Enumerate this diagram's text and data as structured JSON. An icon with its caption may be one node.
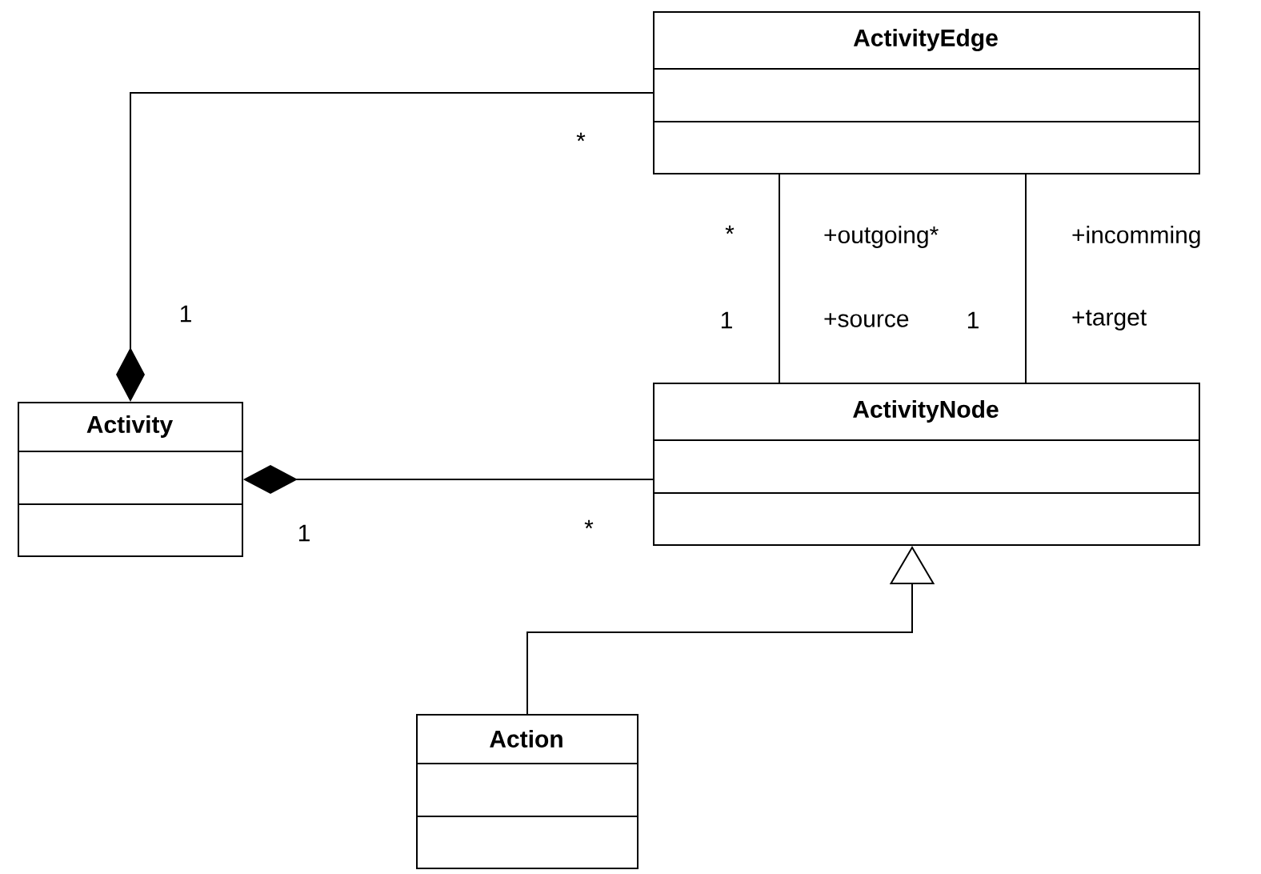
{
  "diagram": {
    "nodes": [
      {
        "text": [
          "ActivityEdge"
        ]
      },
      {
        "text": [
          "Activity"
        ]
      },
      {
        "text": [
          "ActivityNode"
        ]
      },
      {
        "text": [
          "Action"
        ]
      }
    ],
    "edges": [
      {
        "from": 0,
        "to": 1,
        "arrow": "other"
      },
      {
        "from": 2,
        "to": 1,
        "arrow": "other"
      },
      {
        "from": 0,
        "to": 2,
        "arrow": "none"
      },
      {
        "from": 0,
        "to": 2,
        "arrow": "none"
      },
      {
        "from": 3,
        "to": 2,
        "arrow": "to"
      }
    ],
    "labels": [
      "*",
      "*",
      "+outgoing*",
      "+incomming",
      "1",
      "1",
      "+source",
      "1",
      "+target",
      "1",
      "*"
    ]
  }
}
